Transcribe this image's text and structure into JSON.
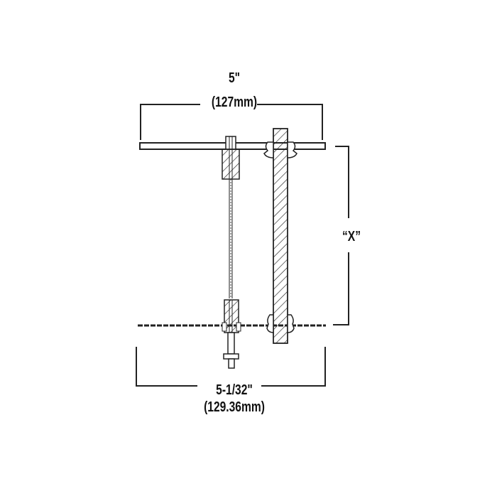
{
  "diagram": {
    "type": "technical-drawing",
    "subject": "cable suspension mount cross-section",
    "dimensions": {
      "top_width": {
        "imperial": "5\"",
        "metric": "(127mm)"
      },
      "height": {
        "label": "“X”"
      },
      "bottom_width": {
        "imperial": "5-1/32\"",
        "metric": "(129.36mm)"
      }
    },
    "colors": {
      "line": "#222222",
      "background": "#ffffff"
    }
  }
}
